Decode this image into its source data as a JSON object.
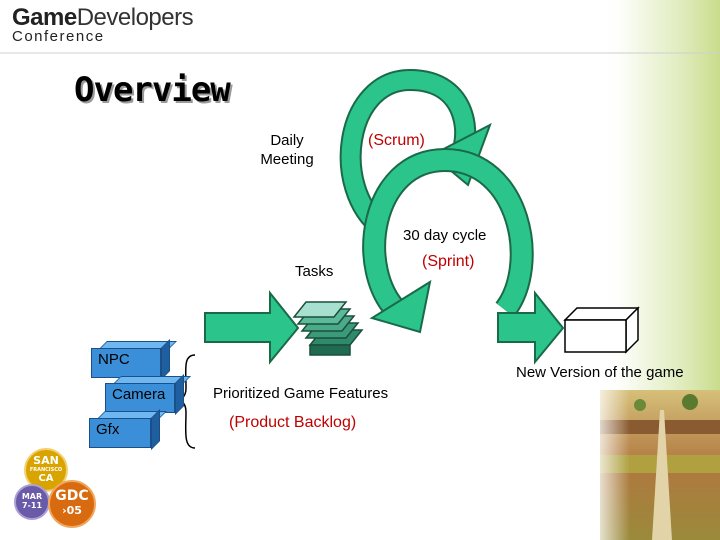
{
  "header": {
    "logo_game": "Game",
    "logo_developers": "Developers",
    "logo_conference": "Conference"
  },
  "slide": {
    "title": "Overview"
  },
  "diagram": {
    "daily_meeting": "Daily\nMeeting",
    "scrum": "(Scrum)",
    "cycle": "30 day cycle",
    "sprint": "(Sprint)",
    "tasks": "Tasks",
    "new_version": "New Version of the game",
    "features": "Prioritized Game Features",
    "backlog": "(Product Backlog)",
    "backlog_items": [
      "NPC",
      "Camera",
      "Gfx"
    ]
  },
  "badge": {
    "san": "SAN",
    "francisco": "FRANCISCO",
    "ca": "CA",
    "mar": "MAR",
    "dates": "7-11",
    "gdc": "GDC",
    "year": "›05"
  },
  "colors": {
    "arrow_green": "#2bc48a",
    "box_blue": "#3a8fd8",
    "accent_red": "#c00000"
  }
}
